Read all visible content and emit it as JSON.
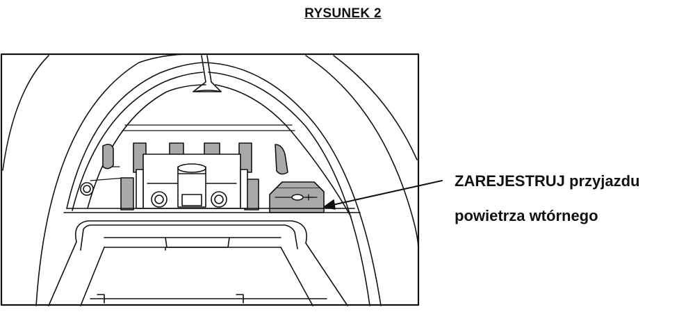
{
  "figure": {
    "title": "RYSUNEK 2"
  },
  "callout": {
    "line1": "ZAREJESTRUJ przyjazdu",
    "line2": "powietrza wtórnego"
  },
  "colors": {
    "line": "#111111",
    "part_fill": "#a9a9a9",
    "light_fill": "#ffffff"
  }
}
